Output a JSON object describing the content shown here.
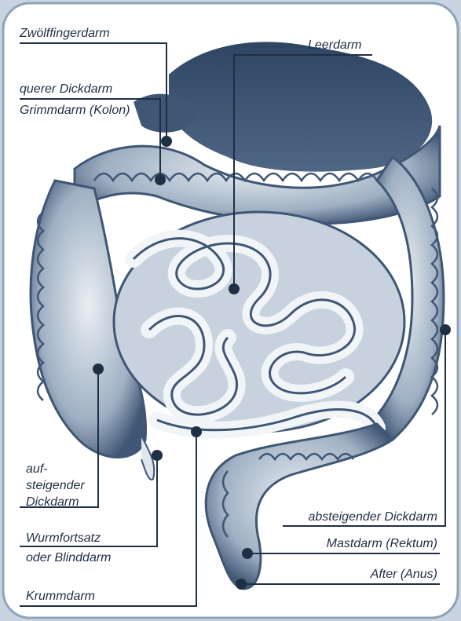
{
  "labels": {
    "duodenum": "Zwölffingerdarm",
    "jejunum": "Leerdarm",
    "transverse_colon_1": "querer Dickdarm",
    "transverse_colon_2": "Grimmdarm (Kolon)",
    "ascending_colon_1": "auf-",
    "ascending_colon_2": "steigender",
    "ascending_colon_3": "Dickdarm",
    "appendix_1": "Wurmfortsatz",
    "appendix_2": "oder Blinddarm",
    "ileum": "Krummdarm",
    "descending_colon": "absteigender Dickdarm",
    "rectum": "Mastdarm (Rektum)",
    "anus": "After (Anus)"
  },
  "colors": {
    "background": "#c9d4e0",
    "panel": "#ffffff",
    "illustration": "#3f5674",
    "leader": "#1f2f44"
  }
}
